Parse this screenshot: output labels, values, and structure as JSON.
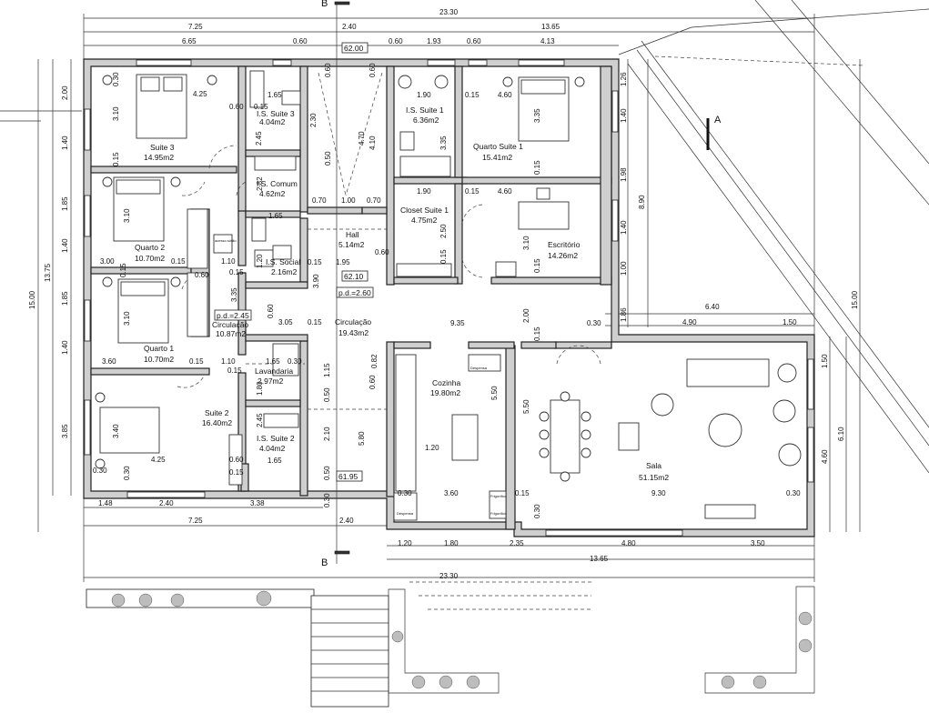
{
  "title_tag": "",
  "rooms": [
    {
      "id": "suite3",
      "name": "Suite 3",
      "area": "14.95m2"
    },
    {
      "id": "is-suite3",
      "name": "I.S. Suite 3",
      "area": "4.04m2"
    },
    {
      "id": "is-comum",
      "name": "I.S. Comum",
      "area": "4.62m2"
    },
    {
      "id": "quarto2",
      "name": "Quarto 2",
      "area": "10.70m2"
    },
    {
      "id": "hall",
      "name": "Hall",
      "area": "5.14m2"
    },
    {
      "id": "is-social",
      "name": "I.S. Social",
      "area": "2.16m2"
    },
    {
      "id": "circulacao-a",
      "name": "Circulação",
      "area": "10.87m2"
    },
    {
      "id": "quarto1",
      "name": "Quarto 1",
      "area": "10.70m2"
    },
    {
      "id": "circulacao-b",
      "name": "Circulação",
      "area": "19.43m2"
    },
    {
      "id": "lavandaria",
      "name": "Lavandaria",
      "area": "2.97m2"
    },
    {
      "id": "suite2",
      "name": "Suite 2",
      "area": "16.40m2"
    },
    {
      "id": "is-suite2",
      "name": "I.S. Suite 2",
      "area": "4.04m2"
    },
    {
      "id": "is-suite1",
      "name": "I.S. Suite 1",
      "area": "6.36m2"
    },
    {
      "id": "quarto-suite1",
      "name": "Quarto Suite 1",
      "area": "15.41m2"
    },
    {
      "id": "closet-suite1",
      "name": "Closet Suite 1",
      "area": "4.75m2"
    },
    {
      "id": "escritorio",
      "name": "Escritório",
      "area": "14.26m2"
    },
    {
      "id": "cozinha",
      "name": "Cozinha",
      "area": "19.80m2"
    },
    {
      "id": "sala",
      "name": "Sala",
      "area": "51.15m2"
    }
  ],
  "levels": {
    "l1": "62.00",
    "l2": "62.10",
    "l3": "61.95",
    "pd1": "p.d.=2.60",
    "pd2": "p.d.=2.45"
  },
  "section_marks": {
    "b": "B",
    "a": "A"
  },
  "dims_top": {
    "overall": "23.30",
    "left": "7.25",
    "mid": "2.40",
    "right": "13.65",
    "s1": "6.65",
    "s2": "0.60",
    "s3": "0.60",
    "s4": "1.93",
    "s5": "0.60",
    "s6": "4.13"
  },
  "dims_bottom": {
    "overall": "23.30",
    "a": "1.48",
    "b": "2.40",
    "c": "3.38",
    "d": "7.25",
    "e": "2.40",
    "f": "1.20",
    "g": "1.80",
    "h": "2.35",
    "i": "4.80",
    "j": "3.50",
    "k": "13.65"
  },
  "dims_left": {
    "overall": "15.00",
    "total2": "13.75",
    "a": "2.00",
    "b": "1.40",
    "c": "1.85",
    "d": "1.40",
    "e": "1.85",
    "f": "1.40",
    "g": "3.85"
  },
  "dims_right": {
    "overall": "15.00",
    "a": "8.90",
    "b": "6.10",
    "c": "4.60",
    "d": "1.26",
    "e": "1.40",
    "f": "1.98",
    "g": "1.40",
    "h": "1.00",
    "i": "1.86",
    "j": "1.50"
  },
  "dims_interior": {
    "d425a": "4.25",
    "d310a": "3.10",
    "d030a": "0.30",
    "d015a": "0.15",
    "d060a": "0.60",
    "d165a": "1.65",
    "d015b": "0.15",
    "d230": "2.30",
    "d060b": "0.60",
    "d470": "4.70",
    "d410": "4.10",
    "d060c": "0.60",
    "d245a": "2.45",
    "d050a": "0.50",
    "d190a": "1.90",
    "d015c": "0.15",
    "d460a": "4.60",
    "d335a": "3.35",
    "d335b": "3.35",
    "d015d": "0.15",
    "d282": "2.82",
    "d070a": "0.70",
    "d100": "1.00",
    "d070b": "0.70",
    "d165b": "1.65",
    "d190b": "1.90",
    "d015e": "0.15",
    "d460b": "4.60",
    "d310b": "3.10",
    "d250": "2.50",
    "d060d": "0.60",
    "d310c": "3.10",
    "d300": "3.00",
    "d015f": "0.15",
    "d110a": "1.10",
    "d060e": "0.60",
    "d015g": "0.15",
    "d120a": "1.20",
    "d015h": "0.15",
    "d195": "1.95",
    "d390": "3.90",
    "d015i": "0.15",
    "d015j": "0.15",
    "d015k": "0.15",
    "d335c": "3.35",
    "d310d": "3.10",
    "d060f": "0.60",
    "d305": "3.05",
    "d015l": "0.15",
    "d935": "9.35",
    "d030b": "0.30",
    "d200": "2.00",
    "d640": "6.40",
    "d490": "4.90",
    "d150": "1.50",
    "d015m": "0.15",
    "d360a": "3.60",
    "d015n": "0.15",
    "d110b": "1.10",
    "d015o": "0.15",
    "d165c": "1.65",
    "d030c": "0.30",
    "d115": "1.15",
    "d082": "0.82",
    "d060g": "0.60",
    "d550a": "5.50",
    "d550b": "5.50",
    "d180": "1.80",
    "d050b": "0.50",
    "d245b": "2.45",
    "d210": "2.10",
    "d580": "5.80",
    "d340": "3.40",
    "d120b": "1.20",
    "d425b": "4.25",
    "d030d": "0.30",
    "d030e": "0.30",
    "d060h": "0.60",
    "d015p": "0.15",
    "d165d": "1.65",
    "d050c": "0.50",
    "d030f": "0.30",
    "d360b": "3.60",
    "d015q": "0.15",
    "d930": "9.30",
    "d030g": "0.30",
    "d030h": "0.30",
    "d030i": "0.30"
  },
  "small_notes": {
    "acesso": "acesso sótão",
    "despensa": "Despensa",
    "frigorifico1": "Frigorífico",
    "frigorifico2": "Frigorífico",
    "despensa2": "Despensa"
  }
}
